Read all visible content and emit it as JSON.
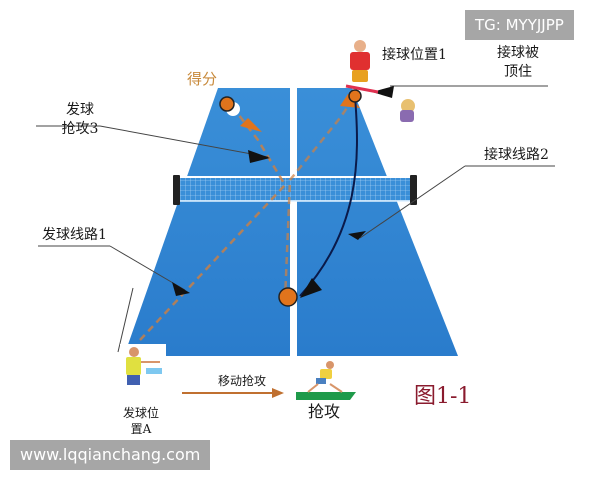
{
  "diagram": {
    "title_label": "图1-1",
    "score_label": "得分",
    "labels": {
      "serve_attack_3": [
        "发球",
        "抢攻3"
      ],
      "serve_route_1": "发球线路1",
      "receive_position_1": "接球位置1",
      "receive_blocked": [
        "接球被",
        "顶住"
      ],
      "receive_route_2": "接球线路2",
      "serve_position_a": [
        "发球位",
        "置A"
      ],
      "move_attack": "移动抢攻",
      "attack": "抢攻"
    },
    "colors": {
      "table_blue": "#2e86d4",
      "ball_orange": "#e0741c",
      "score_text": "#c88a3c",
      "figure_label": "#8a1b2e",
      "arrow": "#111111"
    }
  },
  "watermarks": {
    "top_right": "TG: MYYJJPP",
    "bottom_left": "www.lqqianchang.com"
  }
}
